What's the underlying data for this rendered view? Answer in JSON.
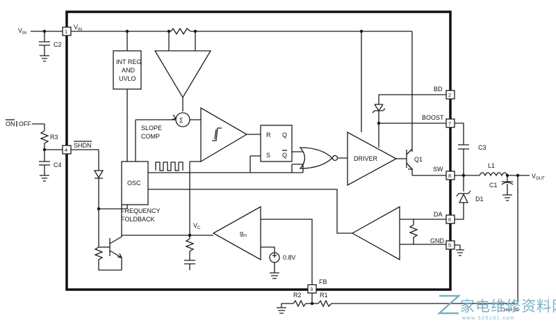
{
  "labels": {
    "vin_ext": "V",
    "vin_ext_sub": "IN",
    "vin_pin": "V",
    "vin_pin_sub": "IN",
    "c2": "C2",
    "on": "ON",
    "off": "OFF",
    "r3": "R3",
    "c4": "C4",
    "shdn": "SHDN",
    "intreg_1": "INT REG",
    "intreg_2": "AND",
    "intreg_3": "UVLO",
    "sum": "Σ",
    "slope_1": "SLOPE",
    "slope_2": "COMP",
    "sr_r": "R",
    "sr_s": "S",
    "sr_q": "Q",
    "sr_qbar": "Q",
    "osc": "OSC",
    "freq_1": "FREQUENCY",
    "freq_2": "FOLDBACK",
    "vc": "V",
    "vc_sub": "C",
    "gm": "g",
    "gm_sub": "m",
    "vref": "0.8V",
    "driver": "DRIVER",
    "q1": "Q1",
    "bd": "BD",
    "boost": "BOOST",
    "sw": "SW",
    "da": "DA",
    "gnd": "GND",
    "fb": "FB",
    "c3": "C3",
    "l1": "L1",
    "c1": "C1",
    "d1": "D1",
    "vout": "V",
    "vout_sub": "OUT",
    "r1": "R1",
    "r2": "R2",
    "part_code": "3480 BD"
  },
  "pins": {
    "p1": "1",
    "p2": "2",
    "p3": "3",
    "p4": "4",
    "p5": "5",
    "p6": "6",
    "p7": "7",
    "p8": "8"
  },
  "watermark": {
    "text": "家电维修资料网",
    "sub": "www.520101.com"
  }
}
